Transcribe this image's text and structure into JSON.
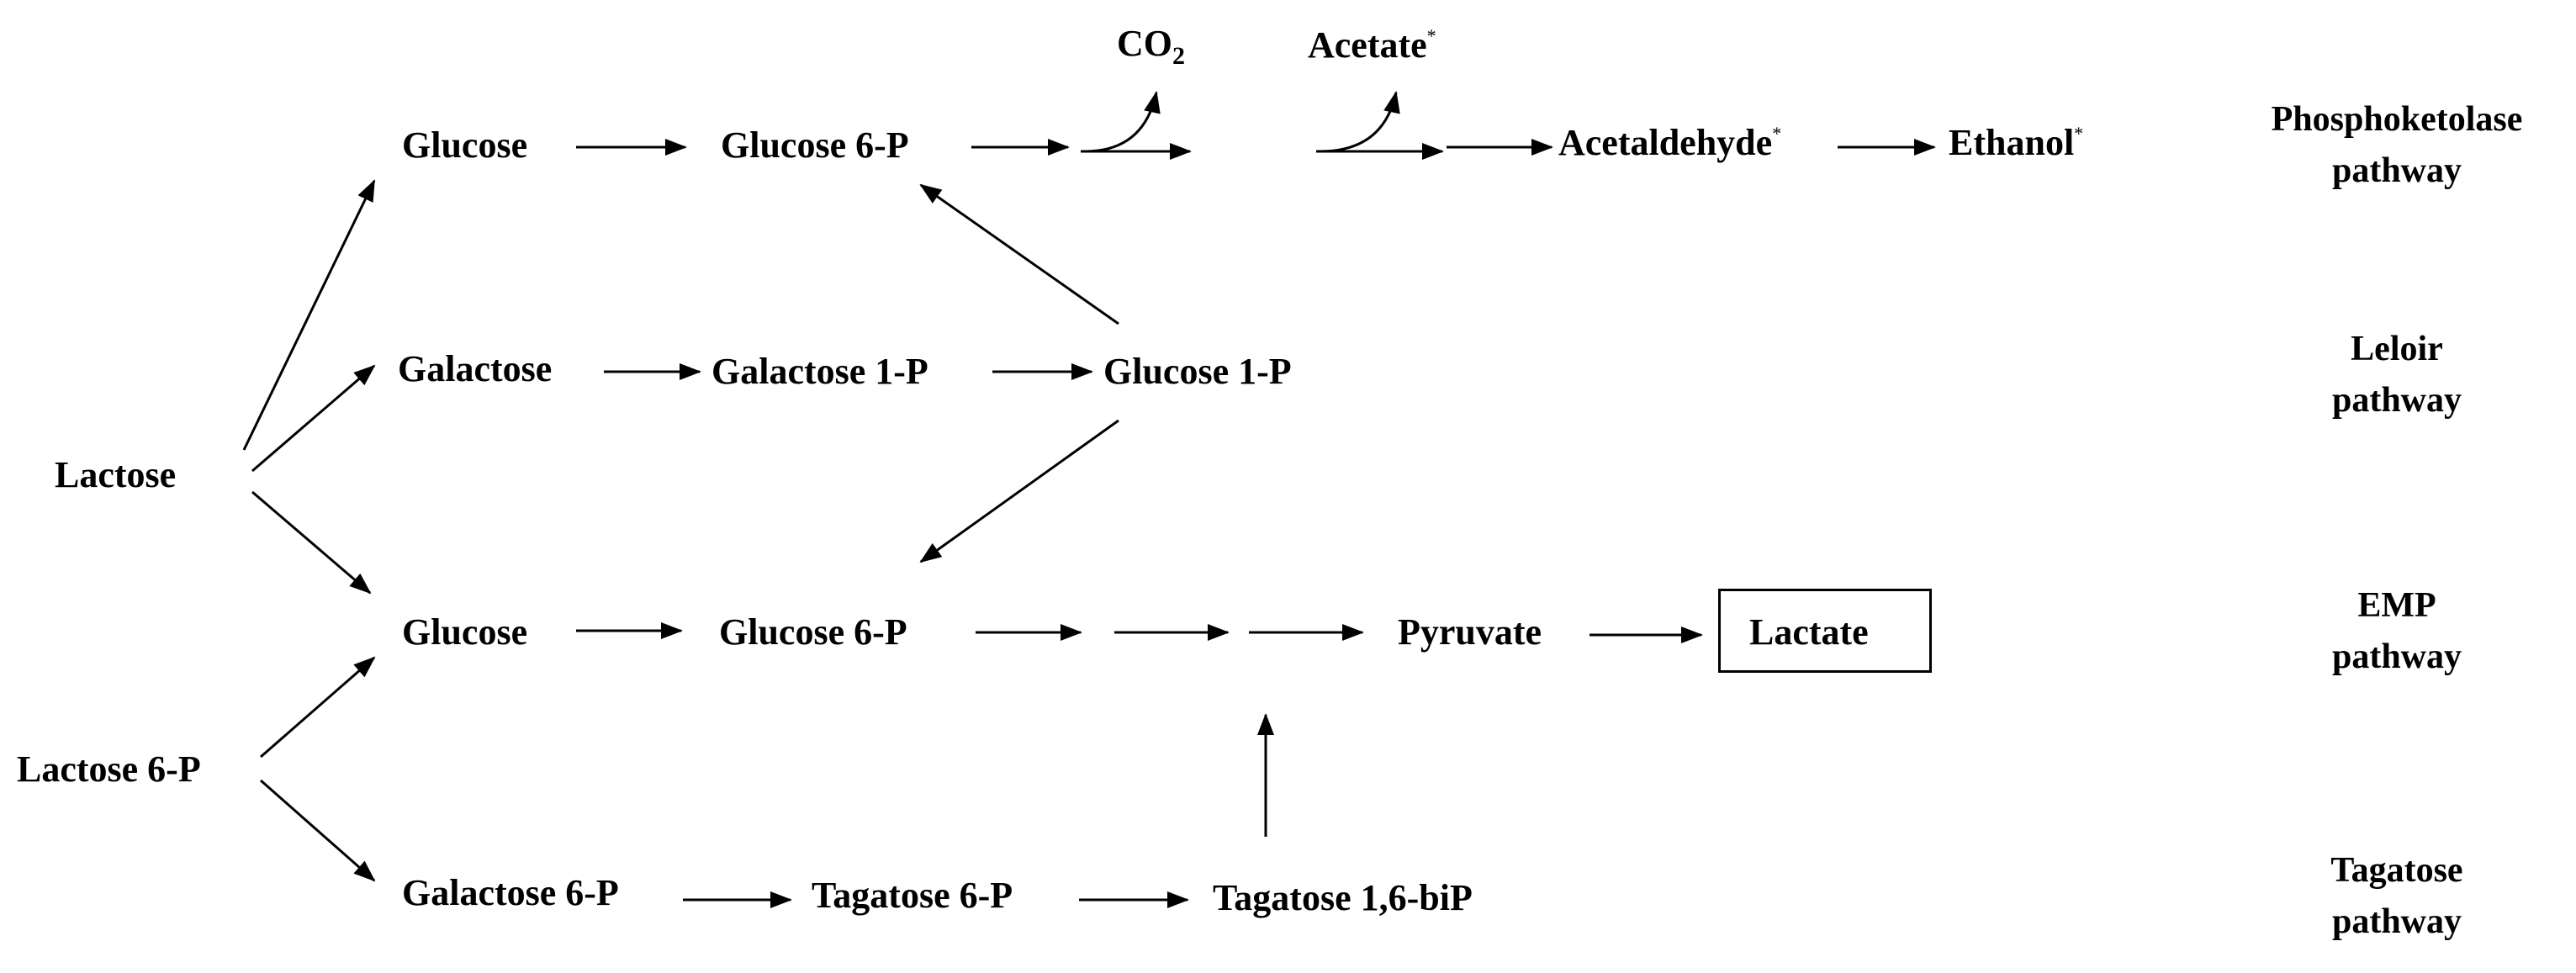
{
  "nodes": {
    "lactose": "Lactose",
    "lactose_6p": "Lactose 6-P",
    "glucose_top": "Glucose",
    "glucose6p_top": "Glucose 6-P",
    "co2_main": "CO",
    "co2_sub": "2",
    "acetate": "Acetate",
    "acetate_star": "*",
    "acetaldehyde": "Acetaldehyde",
    "acetaldehyde_star": "*",
    "ethanol": "Ethanol",
    "ethanol_star": "*",
    "galactose": "Galactose",
    "galactose_1p": "Galactose 1-P",
    "glucose_1p": "Glucose 1-P",
    "glucose_emp": "Glucose",
    "glucose6p_emp": "Glucose 6-P",
    "pyruvate": "Pyruvate",
    "lactate": "Lactate",
    "galactose_6p": "Galactose 6-P",
    "tagatose_6p": "Tagatose 6-P",
    "tagatose_16bip": "Tagatose 1,6-biP"
  },
  "pathways": {
    "phosphoketolase": {
      "line1": "Phosphoketolase",
      "line2": "pathway"
    },
    "leloir": {
      "line1": "Leloir",
      "line2": "pathway"
    },
    "emp": {
      "line1": "EMP",
      "line2": "pathway"
    },
    "tagatose": {
      "line1": "Tagatose",
      "line2": "pathway"
    }
  },
  "colors": {
    "ink": "#000000",
    "background": "#ffffff"
  }
}
